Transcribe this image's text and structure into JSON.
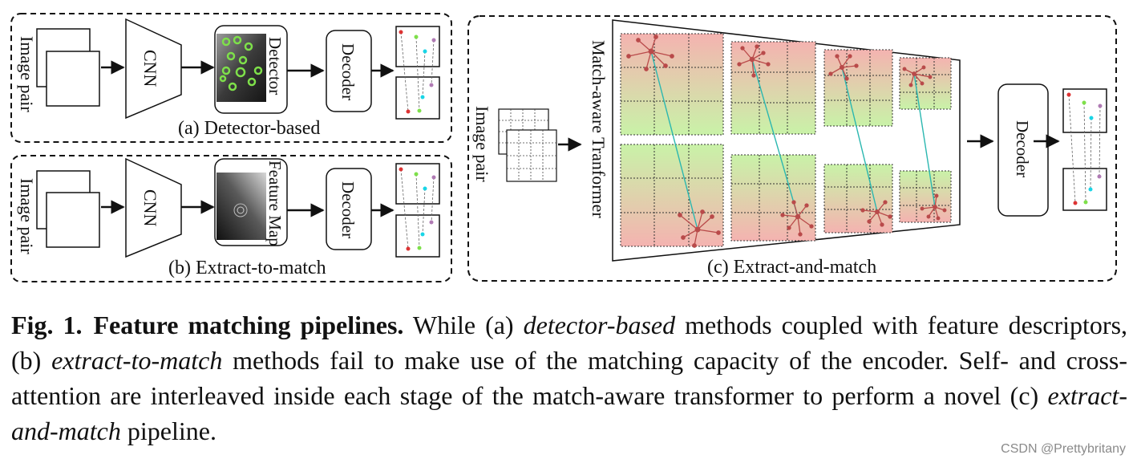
{
  "panels": {
    "a": {
      "input_label": "Image pair",
      "encoder_label": "CNN",
      "stage_label": "Detector",
      "decoder_label": "Decoder",
      "caption": "(a) Detector-based"
    },
    "b": {
      "input_label": "Image pair",
      "encoder_label": "CNN",
      "stage_label": "Feature Map",
      "decoder_label": "Decoder",
      "caption": "(b) Extract-to-match"
    },
    "c": {
      "input_label": "Image pair",
      "transformer_label": "Match-aware Tranformer",
      "decoder_label": "Decoder",
      "caption": "(c) Extract-and-match"
    }
  },
  "caption": {
    "fig_label": "Fig. 1.",
    "title": "Feature matching pipelines.",
    "t1": " While (a) ",
    "e1": "detector-based",
    "t2": " methods coupled with feature descriptors, (b) ",
    "e2": "extract-to-match",
    "t3": " methods fail to make use of the matching capacity of the encoder. Self- and cross-attention are interleaved inside each stage of the match-aware transformer to perform a novel (c) ",
    "e3": "extract-and-match",
    "t4": " pipeline."
  },
  "watermark": "CSDN @Prettybritany",
  "colors": {
    "keypoint_red": "#b94a4a",
    "match_cyan": "#2bb7b0",
    "detector_green": "#7ee04a",
    "feature_map_red": "#f2b9b9",
    "feature_map_green": "#c8f0a8"
  }
}
